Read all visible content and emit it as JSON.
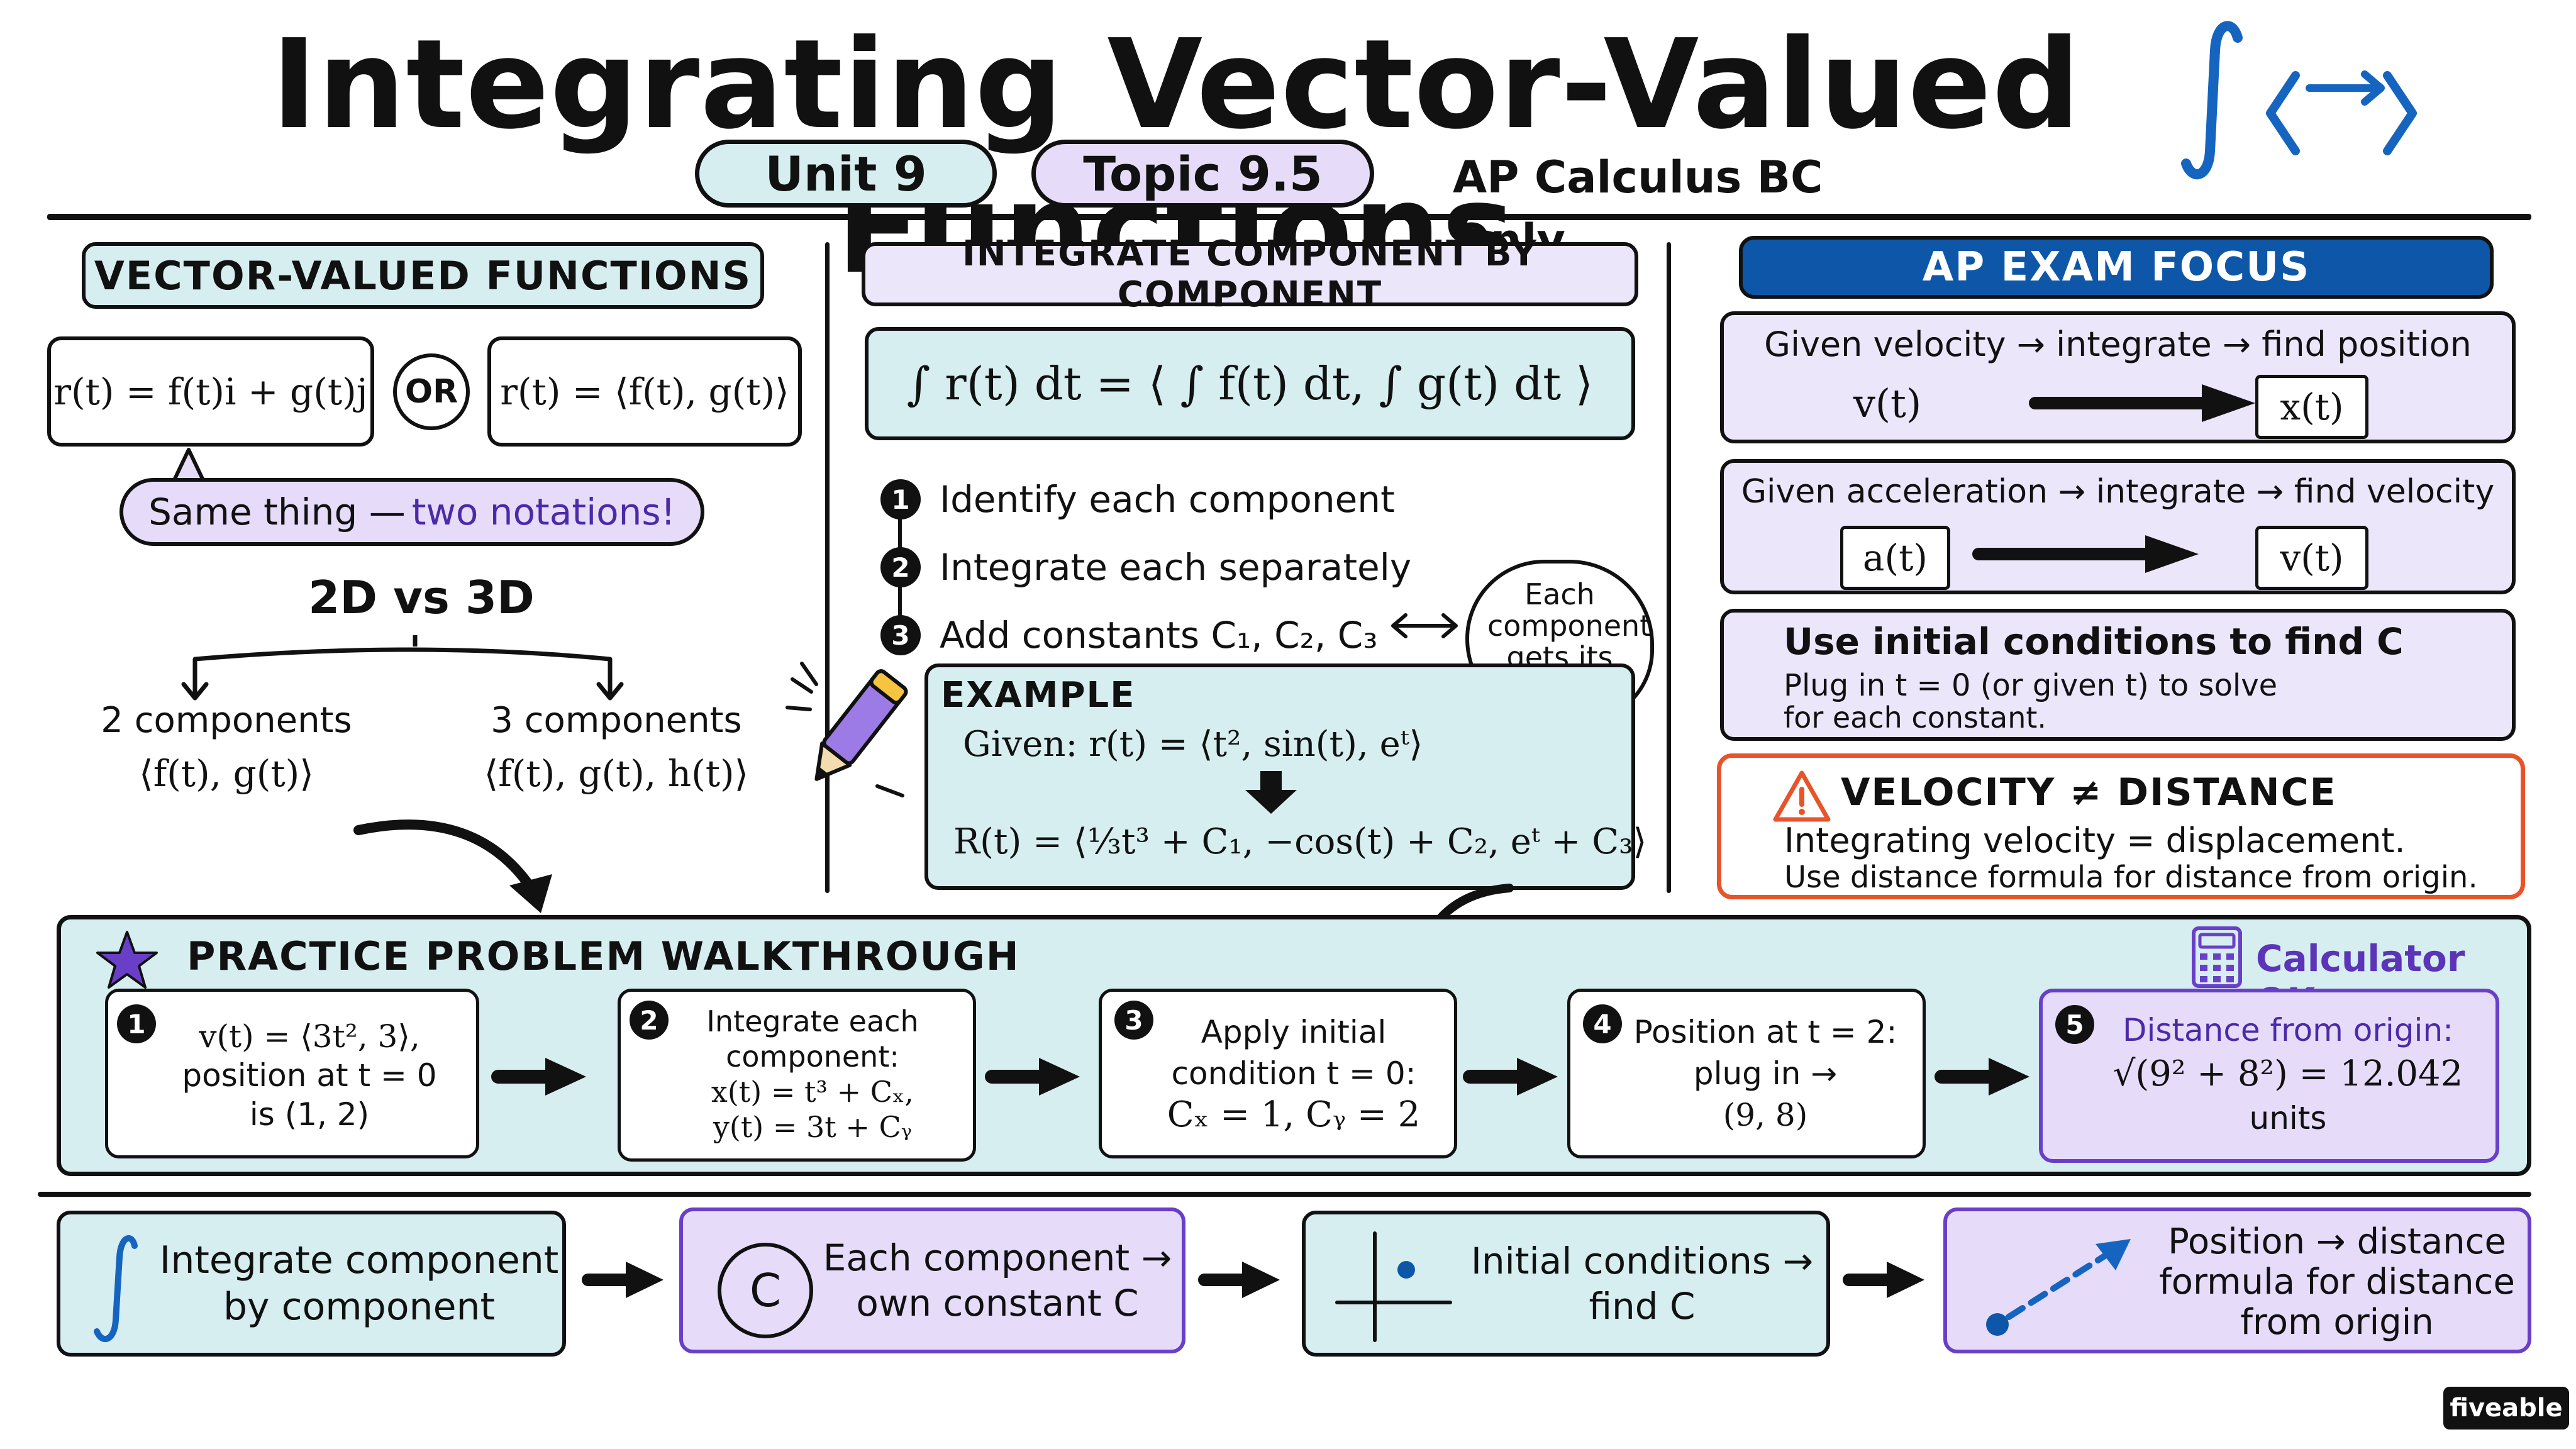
{
  "title": "Integrating Vector-Valued Functions",
  "badges": {
    "unit": "Unit 9",
    "topic": "Topic 9.5",
    "note": "AP Calculus BC Only"
  },
  "left": {
    "header": "VECTOR-VALUED FUNCTIONS",
    "notation1": "r(t) = f(t)i + g(t)j",
    "or_label": "OR",
    "notation2": "r(t) = ⟨f(t), g(t)⟩",
    "same_prefix": "Same thing — ",
    "same_emph": "two notations!",
    "dims_title": "2D vs 3D",
    "two_label": "2 components",
    "two_expr": "⟨f(t), g(t)⟩",
    "three_label": "3 components",
    "three_expr": "⟨f(t), g(t), h(t)⟩"
  },
  "middle": {
    "header": "INTEGRATE COMPONENT BY COMPONENT",
    "formula": "∫ r(t) dt  =  ⟨ ∫ f(t) dt,  ∫ g(t) dt ⟩",
    "steps": [
      {
        "n": "1",
        "text": "Identify each component"
      },
      {
        "n": "2",
        "text": "Integrate each separately"
      },
      {
        "n": "3",
        "text": "Add constants C₁, C₂, C₃"
      }
    ],
    "cloud": "Each component gets its own C!",
    "example_title": "EXAMPLE",
    "example_given": "Given:  r(t) = ⟨t², sin(t), eᵗ⟩",
    "example_result": "R(t) = ⟨⅓t³ + C₁, −cos(t) + C₂, eᵗ + C₃⟩"
  },
  "right": {
    "header": "AP EXAM FOCUS",
    "vel_title": "Given velocity → integrate → find position",
    "vel_from": "v(t)",
    "vel_to": "x(t)",
    "acc_title": "Given acceleration → integrate → find velocity",
    "acc_from": "a(t)",
    "acc_to": "v(t)",
    "init_title": "Use initial conditions to find C",
    "init_text1": "Plug in t = 0 (or given t) to solve",
    "init_text2": "for each constant.",
    "warn_title": "VELOCITY ≠ DISTANCE",
    "warn_text1": "Integrating velocity = displacement.",
    "warn_text2": "Use distance formula for distance from origin."
  },
  "practice": {
    "header": "PRACTICE PROBLEM WALKTHROUGH",
    "calc": "Calculator OK",
    "steps": [
      {
        "n": "1",
        "l1": "v(t) = ⟨3t², 3⟩,",
        "l2": "position at t = 0",
        "l3": "is (1, 2)"
      },
      {
        "n": "2",
        "l1": "Integrate each",
        "l2": "component:",
        "l3": "x(t) = t³ + Cₓ,",
        "l4": "y(t) = 3t + Cᵧ"
      },
      {
        "n": "3",
        "l1": "Apply initial",
        "l2": "condition t = 0:",
        "l3": "Cₓ = 1,  Cᵧ = 2"
      },
      {
        "n": "4",
        "l1": "Position at t = 2:",
        "l2": "plug in →",
        "l3": "(9, 8)"
      },
      {
        "n": "5",
        "l1": "Distance from origin:",
        "l2": "√(9² + 8²) = 12.042",
        "l3": "units"
      }
    ]
  },
  "summary": [
    {
      "l1": "Integrate component",
      "l2": "by component"
    },
    {
      "icon_text": "C",
      "l1": "Each component →",
      "l2": "own constant C"
    },
    {
      "l1": "Initial conditions →",
      "l2": "find C"
    },
    {
      "l1": "Position → distance",
      "l2": "formula for distance",
      "l3": "from origin"
    }
  ],
  "brand": "fiveable",
  "colors": {
    "mint": "#d6eef0",
    "lavender": "#e6dcfa",
    "navy": "#0e57a8",
    "warning": "#e8542a",
    "accent_purple": "#6a3fc8",
    "integral_blue": "#1565c0"
  }
}
